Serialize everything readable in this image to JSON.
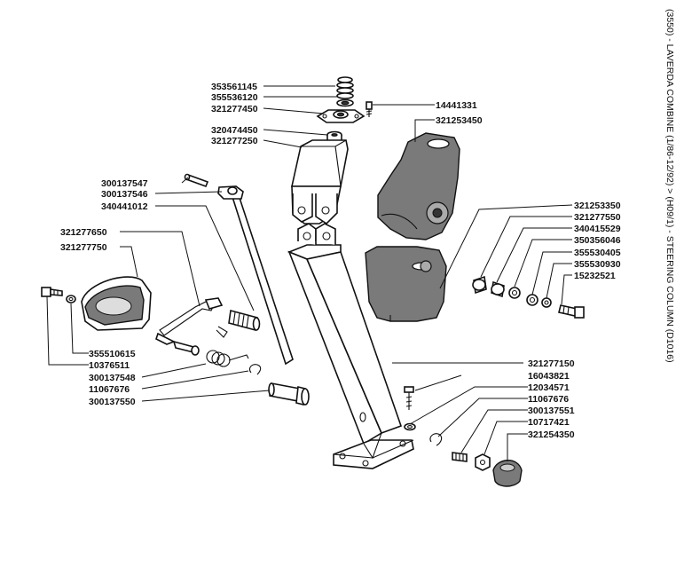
{
  "side_title": "(3550) - LAVERDA COMBINE (1/86-12/92) > (H09/1) - STEERING COLUMN (D1016)",
  "labels": [
    "353561145",
    "355536120",
    "321277450",
    "14441331",
    "321253450",
    "320474450",
    "321277250",
    "300137547",
    "300137546",
    "340441012",
    "321277650",
    "321277750",
    "355510615",
    "10376511",
    "300137548",
    "11067676",
    "300137550",
    "321253350",
    "321277550",
    "340415529",
    "350356046",
    "355530405",
    "355530930",
    "15232521",
    "321277150",
    "16043821",
    "12034571",
    "11067676",
    "300137551",
    "10717421",
    "321254350"
  ]
}
